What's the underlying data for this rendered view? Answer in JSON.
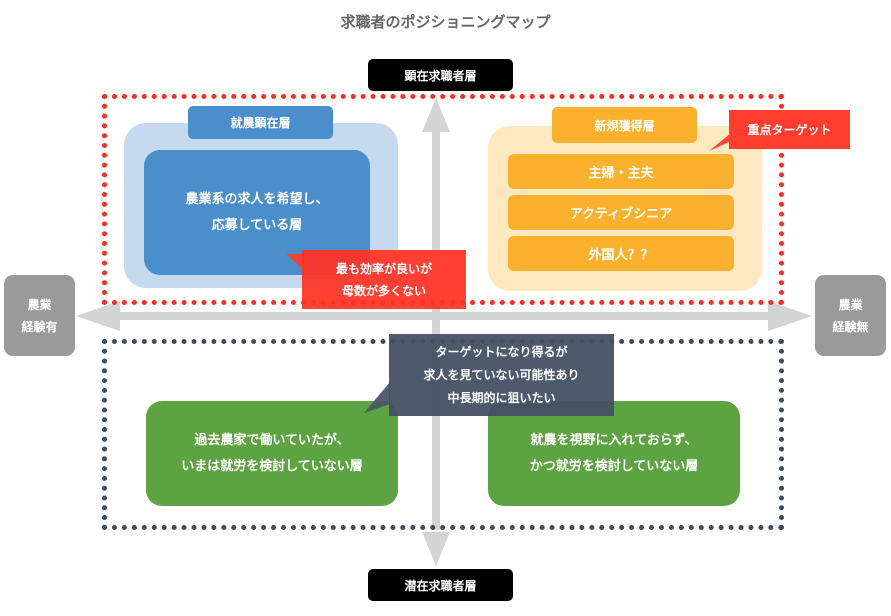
{
  "title": "求職者のポジショニングマップ",
  "axes": {
    "top_label": "顕在求職者層",
    "bottom_label": "潜在求職者層",
    "left_label": [
      "農業",
      "経験有"
    ],
    "right_label": [
      "農業",
      "経験無"
    ]
  },
  "quadrants": {
    "top_left": {
      "tag": "就農顕在層",
      "description": [
        "農業系の求人を希望し、",
        "応募している層"
      ],
      "callout": [
        "最も効率が良いが",
        "母数が多くない"
      ]
    },
    "top_right": {
      "tag": "新規獲得層",
      "items": [
        "主婦・主夫",
        "アクティブシニア",
        "外国人？？"
      ],
      "callout": "重点ターゲット"
    },
    "bottom_left": {
      "description": [
        "過去農家で働いていたが、",
        "いまは就労を検討していない層"
      ]
    },
    "bottom_right": {
      "description": [
        "就農を視野に入れておらず、",
        "かつ就労を検討していない層"
      ]
    }
  },
  "center_callout": [
    "ターゲットになり得るが",
    "求人を見ていない可能性あり",
    "中長期的に狙いたい"
  ],
  "colors": {
    "red_group_border": "#ff2a1f",
    "navy_group_border": "#3d4a5e",
    "blue_outer": "#c5daef",
    "blue_inner": "#4a8fcc",
    "orange_outer": "#fde8c0",
    "orange_inner": "#fbb12d",
    "green": "#5da342",
    "callout_red": "#ff3d2e",
    "callout_navy": "#4a5568",
    "axis_gray": "#d4d4d4"
  }
}
